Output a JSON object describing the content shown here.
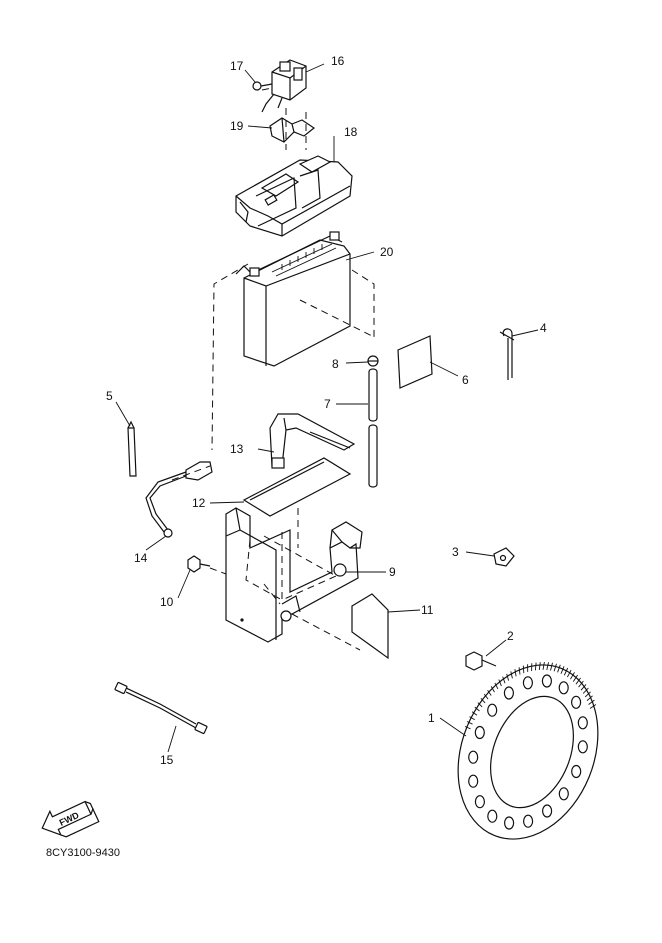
{
  "diagram": {
    "drawing_code": "8CY3100-9430",
    "fwd_label": "FWD",
    "callouts": {
      "c1": "1",
      "c2": "2",
      "c3": "3",
      "c4": "4",
      "c5": "5",
      "c6": "6",
      "c7": "7",
      "c8": "8",
      "c9": "9",
      "c10": "10",
      "c11": "11",
      "c12": "12",
      "c13": "13",
      "c14": "14",
      "c15": "15",
      "c16": "16",
      "c17": "17",
      "c18": "18",
      "c19": "19",
      "c20": "20"
    }
  }
}
